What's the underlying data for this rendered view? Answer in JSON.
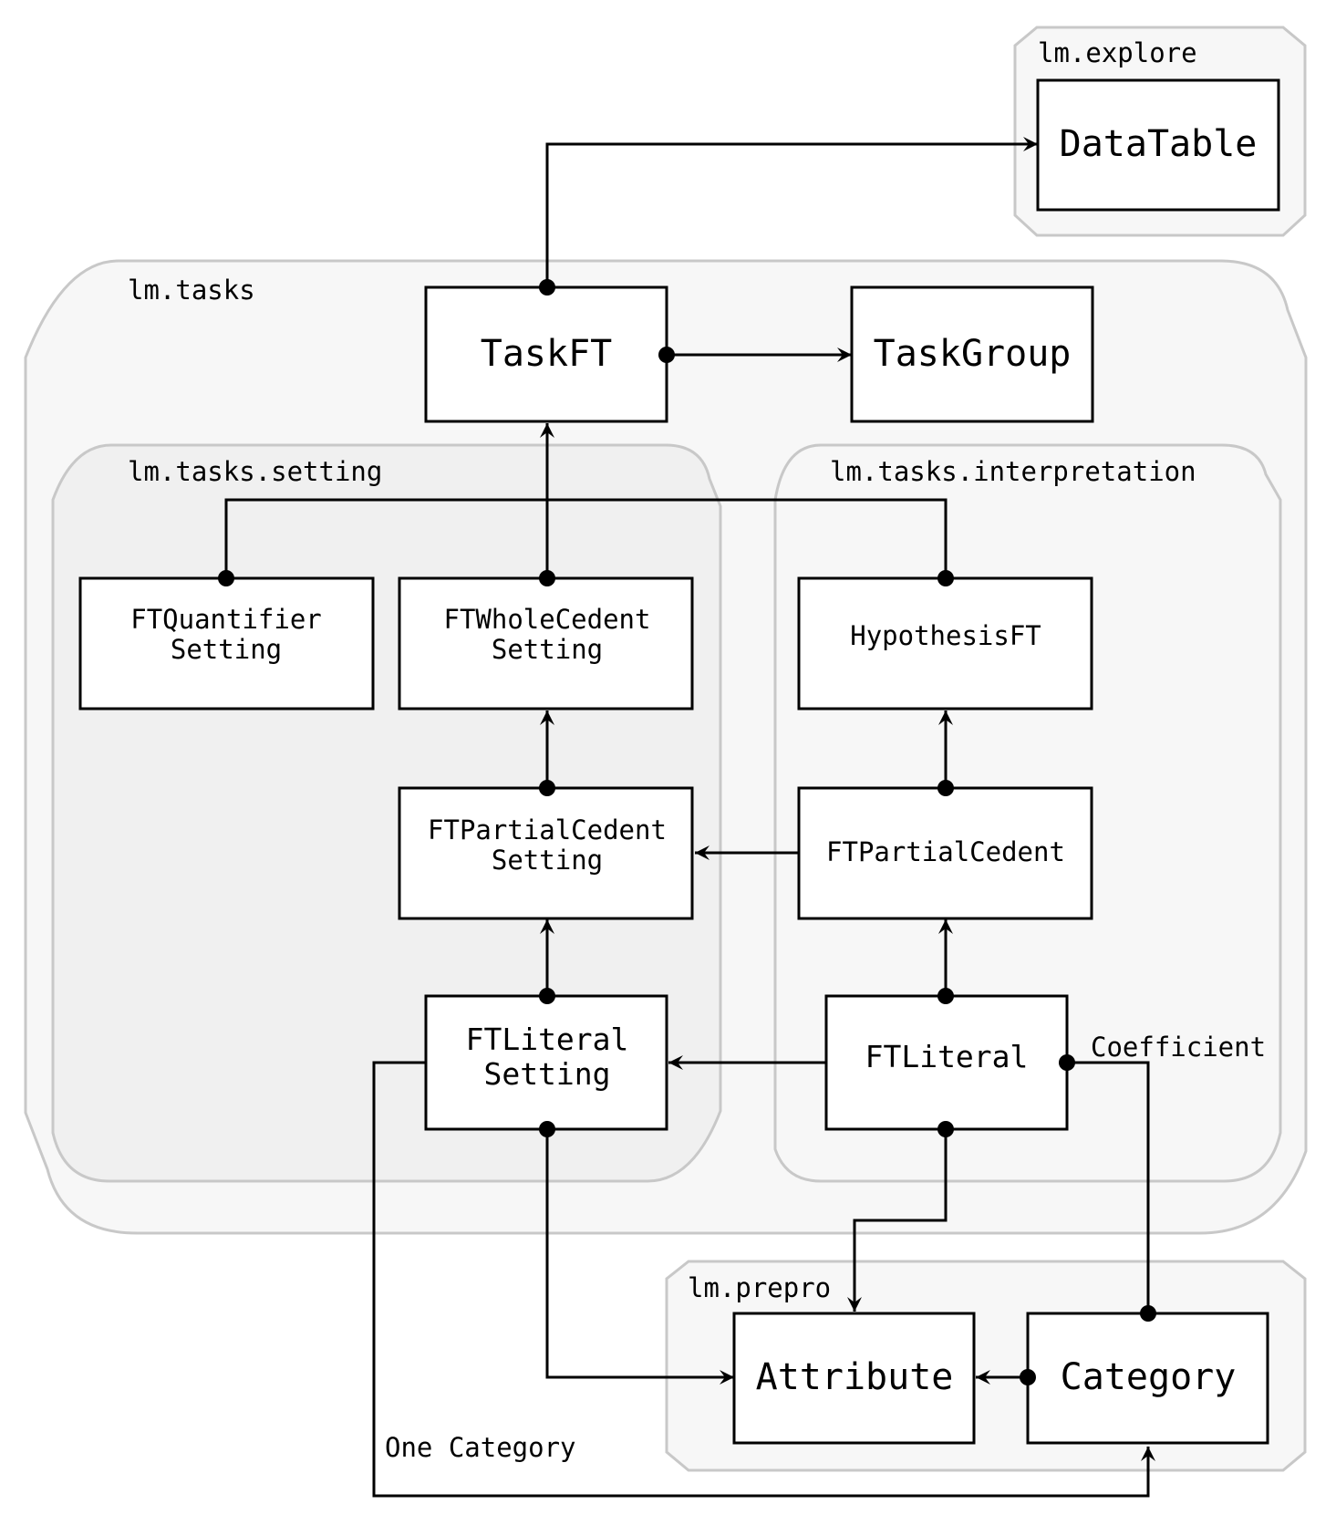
{
  "packages": {
    "explore": "lm.explore",
    "tasks": "lm.tasks",
    "setting": "lm.tasks.setting",
    "interpretation": "lm.tasks.interpretation",
    "prepro": "lm.prepro"
  },
  "classes": {
    "datatable": "DataTable",
    "taskft": "TaskFT",
    "taskgroup": "TaskGroup",
    "ftquantifier_l1": "FTQuantifier",
    "ftquantifier_l2": "Setting",
    "ftwholecedent_l1": "FTWholeCedent",
    "ftwholecedent_l2": "Setting",
    "hypothesisft": "HypothesisFT",
    "ftpartialcedent_setting_l1": "FTPartialCedent",
    "ftpartialcedent_setting_l2": "Setting",
    "ftpartialcedent": "FTPartialCedent",
    "ftliteral_setting_l1": "FTLiteral",
    "ftliteral_setting_l2": "Setting",
    "ftliteral": "FTLiteral",
    "attribute": "Attribute",
    "category": "Category"
  },
  "edge_labels": {
    "coefficient": "Coefficient",
    "one_category": "One Category"
  }
}
